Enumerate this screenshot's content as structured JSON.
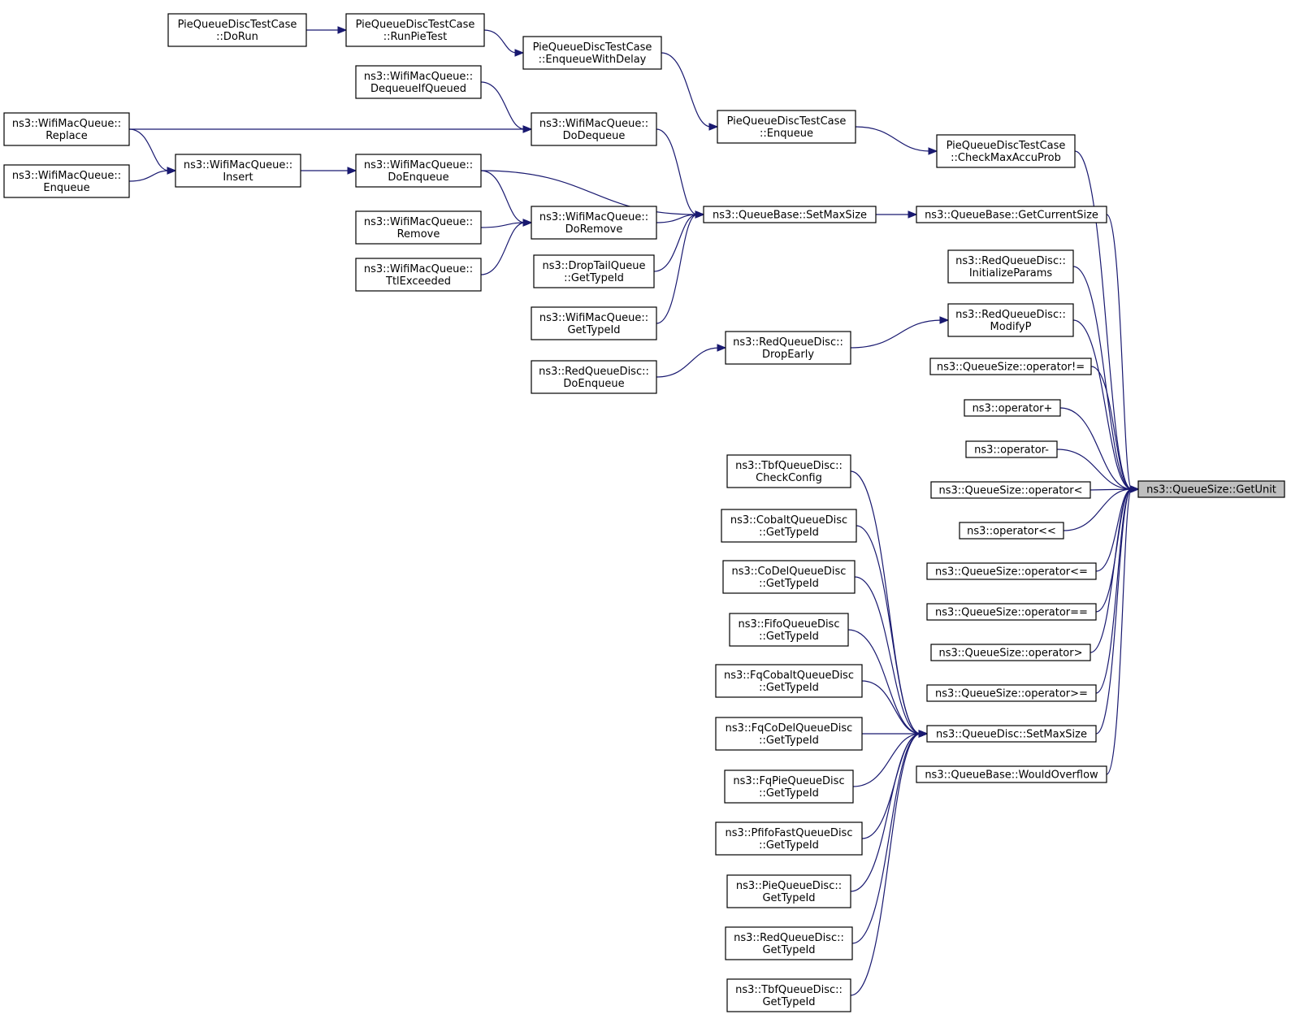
{
  "graph": {
    "root": "getunit",
    "colors": {
      "edge": "#191970",
      "node_fill": "#ffffff",
      "root_fill": "#bfbfbf",
      "border": "#000000"
    },
    "nodes": [
      {
        "id": "getunit",
        "lines": [
          "ns3::QueueSize::GetUnit"
        ]
      },
      {
        "id": "pq_dorun",
        "lines": [
          "PieQueueDiscTestCase",
          "::DoRun"
        ]
      },
      {
        "id": "pq_runpie",
        "lines": [
          "PieQueueDiscTestCase",
          "::RunPieTest"
        ]
      },
      {
        "id": "pq_enqdelay",
        "lines": [
          "PieQueueDiscTestCase",
          "::EnqueueWithDelay"
        ]
      },
      {
        "id": "pq_enqueue",
        "lines": [
          "PieQueueDiscTestCase",
          "::Enqueue"
        ]
      },
      {
        "id": "pq_checkmax",
        "lines": [
          "PieQueueDiscTestCase",
          "::CheckMaxAccuProb"
        ]
      },
      {
        "id": "wmq_deqifq",
        "lines": [
          "ns3::WifiMacQueue::",
          "DequeueIfQueued"
        ]
      },
      {
        "id": "wmq_replace",
        "lines": [
          "ns3::WifiMacQueue::",
          "Replace"
        ]
      },
      {
        "id": "wmq_enqueue",
        "lines": [
          "ns3::WifiMacQueue::",
          "Enqueue"
        ]
      },
      {
        "id": "wmq_insert",
        "lines": [
          "ns3::WifiMacQueue::",
          "Insert"
        ]
      },
      {
        "id": "wmq_dodequeue",
        "lines": [
          "ns3::WifiMacQueue::",
          "DoDequeue"
        ]
      },
      {
        "id": "wmq_doenqueue",
        "lines": [
          "ns3::WifiMacQueue::",
          "DoEnqueue"
        ]
      },
      {
        "id": "wmq_remove",
        "lines": [
          "ns3::WifiMacQueue::",
          "Remove"
        ]
      },
      {
        "id": "wmq_doremove",
        "lines": [
          "ns3::WifiMacQueue::",
          "DoRemove"
        ]
      },
      {
        "id": "wmq_ttl",
        "lines": [
          "ns3::WifiMacQueue::",
          "TtlExceeded"
        ]
      },
      {
        "id": "dtq_typeid",
        "lines": [
          "ns3::DropTailQueue",
          "::GetTypeId"
        ]
      },
      {
        "id": "wmq_typeid",
        "lines": [
          "ns3::WifiMacQueue::",
          "GetTypeId"
        ]
      },
      {
        "id": "qb_setmax",
        "lines": [
          "ns3::QueueBase::SetMaxSize"
        ]
      },
      {
        "id": "qb_getcur",
        "lines": [
          "ns3::QueueBase::GetCurrentSize"
        ]
      },
      {
        "id": "red_init",
        "lines": [
          "ns3::RedQueueDisc::",
          "InitializeParams"
        ]
      },
      {
        "id": "red_modify",
        "lines": [
          "ns3::RedQueueDisc::",
          "ModifyP"
        ]
      },
      {
        "id": "red_dropearly",
        "lines": [
          "ns3::RedQueueDisc::",
          "DropEarly"
        ]
      },
      {
        "id": "red_doenq",
        "lines": [
          "ns3::RedQueueDisc::",
          "DoEnqueue"
        ]
      },
      {
        "id": "qs_ne",
        "lines": [
          "ns3::QueueSize::operator!="
        ]
      },
      {
        "id": "op_plus",
        "lines": [
          "ns3::operator+"
        ]
      },
      {
        "id": "op_minus",
        "lines": [
          "ns3::operator-"
        ]
      },
      {
        "id": "qs_lt",
        "lines": [
          "ns3::QueueSize::operator<"
        ]
      },
      {
        "id": "op_shl",
        "lines": [
          "ns3::operator<<"
        ]
      },
      {
        "id": "qs_le",
        "lines": [
          "ns3::QueueSize::operator<="
        ]
      },
      {
        "id": "qs_eq",
        "lines": [
          "ns3::QueueSize::operator=="
        ]
      },
      {
        "id": "qs_gt",
        "lines": [
          "ns3::QueueSize::operator>"
        ]
      },
      {
        "id": "qs_ge",
        "lines": [
          "ns3::QueueSize::operator>="
        ]
      },
      {
        "id": "qd_setmax",
        "lines": [
          "ns3::QueueDisc::SetMaxSize"
        ]
      },
      {
        "id": "qb_wouldover",
        "lines": [
          "ns3::QueueBase::WouldOverflow"
        ]
      },
      {
        "id": "tbf_check",
        "lines": [
          "ns3::TbfQueueDisc::",
          "CheckConfig"
        ]
      },
      {
        "id": "cobalt_tid",
        "lines": [
          "ns3::CobaltQueueDisc",
          "::GetTypeId"
        ]
      },
      {
        "id": "codel_tid",
        "lines": [
          "ns3::CoDelQueueDisc",
          "::GetTypeId"
        ]
      },
      {
        "id": "fifo_tid",
        "lines": [
          "ns3::FifoQueueDisc",
          "::GetTypeId"
        ]
      },
      {
        "id": "fqcobalt_tid",
        "lines": [
          "ns3::FqCobaltQueueDisc",
          "::GetTypeId"
        ]
      },
      {
        "id": "fqcodel_tid",
        "lines": [
          "ns3::FqCoDelQueueDisc",
          "::GetTypeId"
        ]
      },
      {
        "id": "fqpie_tid",
        "lines": [
          "ns3::FqPieQueueDisc",
          "::GetTypeId"
        ]
      },
      {
        "id": "pfifo_tid",
        "lines": [
          "ns3::PfifoFastQueueDisc",
          "::GetTypeId"
        ]
      },
      {
        "id": "pie_tid",
        "lines": [
          "ns3::PieQueueDisc::",
          "GetTypeId"
        ]
      },
      {
        "id": "red_tid",
        "lines": [
          "ns3::RedQueueDisc::",
          "GetTypeId"
        ]
      },
      {
        "id": "tbf_tid",
        "lines": [
          "ns3::TbfQueueDisc::",
          "GetTypeId"
        ]
      }
    ],
    "edges": [
      {
        "from": "pq_dorun",
        "to": "pq_runpie"
      },
      {
        "from": "pq_runpie",
        "to": "pq_enqdelay"
      },
      {
        "from": "pq_enqdelay",
        "to": "pq_enqueue"
      },
      {
        "from": "pq_enqueue",
        "to": "pq_checkmax"
      },
      {
        "from": "pq_checkmax",
        "to": "getunit"
      },
      {
        "from": "wmq_deqifq",
        "to": "wmq_dodequeue"
      },
      {
        "from": "wmq_replace",
        "to": "wmq_dodequeue"
      },
      {
        "from": "wmq_replace",
        "to": "wmq_insert"
      },
      {
        "from": "wmq_enqueue",
        "to": "wmq_insert"
      },
      {
        "from": "wmq_insert",
        "to": "wmq_doenqueue"
      },
      {
        "from": "wmq_doenqueue",
        "to": "wmq_doremove"
      },
      {
        "from": "wmq_remove",
        "to": "wmq_doremove"
      },
      {
        "from": "wmq_ttl",
        "to": "wmq_doremove"
      },
      {
        "from": "wmq_dodequeue",
        "to": "qb_setmax"
      },
      {
        "from": "wmq_doenqueue",
        "to": "qb_setmax"
      },
      {
        "from": "wmq_doremove",
        "to": "qb_setmax"
      },
      {
        "from": "dtq_typeid",
        "to": "qb_setmax"
      },
      {
        "from": "wmq_typeid",
        "to": "qb_setmax"
      },
      {
        "from": "qb_setmax",
        "to": "qb_getcur"
      },
      {
        "from": "qb_getcur",
        "to": "getunit"
      },
      {
        "from": "red_init",
        "to": "getunit"
      },
      {
        "from": "red_doenq",
        "to": "red_dropearly"
      },
      {
        "from": "red_dropearly",
        "to": "red_modify"
      },
      {
        "from": "red_modify",
        "to": "getunit"
      },
      {
        "from": "qs_ne",
        "to": "getunit"
      },
      {
        "from": "op_plus",
        "to": "getunit"
      },
      {
        "from": "op_minus",
        "to": "getunit"
      },
      {
        "from": "qs_lt",
        "to": "getunit"
      },
      {
        "from": "op_shl",
        "to": "getunit"
      },
      {
        "from": "qs_le",
        "to": "getunit"
      },
      {
        "from": "qs_eq",
        "to": "getunit"
      },
      {
        "from": "qs_gt",
        "to": "getunit"
      },
      {
        "from": "qs_ge",
        "to": "getunit"
      },
      {
        "from": "qd_setmax",
        "to": "getunit"
      },
      {
        "from": "qb_wouldover",
        "to": "getunit"
      },
      {
        "from": "tbf_check",
        "to": "qd_setmax"
      },
      {
        "from": "cobalt_tid",
        "to": "qd_setmax"
      },
      {
        "from": "codel_tid",
        "to": "qd_setmax"
      },
      {
        "from": "fifo_tid",
        "to": "qd_setmax"
      },
      {
        "from": "fqcobalt_tid",
        "to": "qd_setmax"
      },
      {
        "from": "fqcodel_tid",
        "to": "qd_setmax"
      },
      {
        "from": "fqpie_tid",
        "to": "qd_setmax"
      },
      {
        "from": "pfifo_tid",
        "to": "qd_setmax"
      },
      {
        "from": "pie_tid",
        "to": "qd_setmax"
      },
      {
        "from": "red_tid",
        "to": "qd_setmax"
      },
      {
        "from": "tbf_tid",
        "to": "qd_setmax"
      }
    ]
  }
}
